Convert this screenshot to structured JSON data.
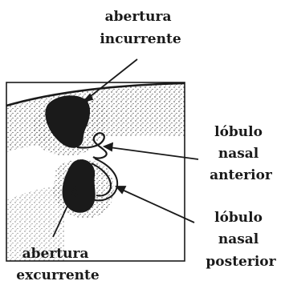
{
  "labels": {
    "abertura_incurrente": [
      "abertura",
      "incurrente"
    ],
    "lobulo_nasal_anterior": [
      "lóbulo",
      "nasal",
      "anterior"
    ],
    "lobulo_nasal_posterior": [
      "lóbulo",
      "nasal",
      "posterior"
    ],
    "abertura_excurrente": [
      "abertura",
      "excurrente"
    ]
  },
  "colors": {
    "ink": "#1a1a1a",
    "paper": "#ffffff"
  }
}
